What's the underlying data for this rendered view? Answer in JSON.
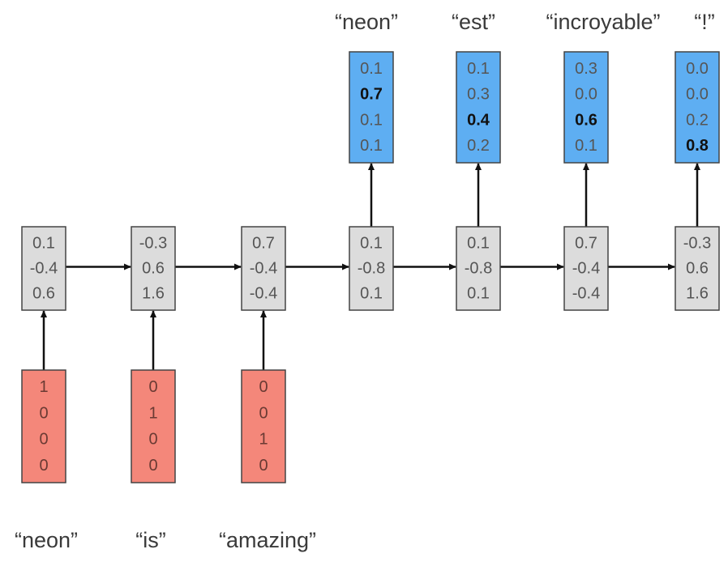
{
  "input_words": [
    "“neon”",
    "“is”",
    "“amazing”"
  ],
  "output_words": [
    "“neon”",
    "“est”",
    "“incroyable”",
    "“!”"
  ],
  "input_vectors": [
    [
      "1",
      "0",
      "0",
      "0"
    ],
    [
      "0",
      "1",
      "0",
      "0"
    ],
    [
      "0",
      "0",
      "1",
      "0"
    ]
  ],
  "hidden_states": [
    [
      "0.1",
      "-0.4",
      "0.6"
    ],
    [
      "-0.3",
      "0.6",
      "1.6"
    ],
    [
      "0.7",
      "-0.4",
      "-0.4"
    ],
    [
      "0.1",
      "-0.8",
      "0.1"
    ],
    [
      "0.1",
      "-0.8",
      "0.1"
    ],
    [
      "0.7",
      "-0.4",
      "-0.4"
    ],
    [
      "-0.3",
      "0.6",
      "1.6"
    ]
  ],
  "output_vectors": [
    {
      "values": [
        "0.1",
        "0.7",
        "0.1",
        "0.1"
      ],
      "highlight_index": 1
    },
    {
      "values": [
        "0.1",
        "0.3",
        "0.4",
        "0.2"
      ],
      "highlight_index": 2
    },
    {
      "values": [
        "0.3",
        "0.0",
        "0.6",
        "0.1"
      ],
      "highlight_index": 2
    },
    {
      "values": [
        "0.0",
        "0.0",
        "0.2",
        "0.8"
      ],
      "highlight_index": 3
    }
  ],
  "colors": {
    "input_fill": "#f4877a",
    "hidden_fill": "#dcdcdc",
    "output_fill": "#5eaef2",
    "border": "#444444",
    "arrow": "#111111"
  }
}
